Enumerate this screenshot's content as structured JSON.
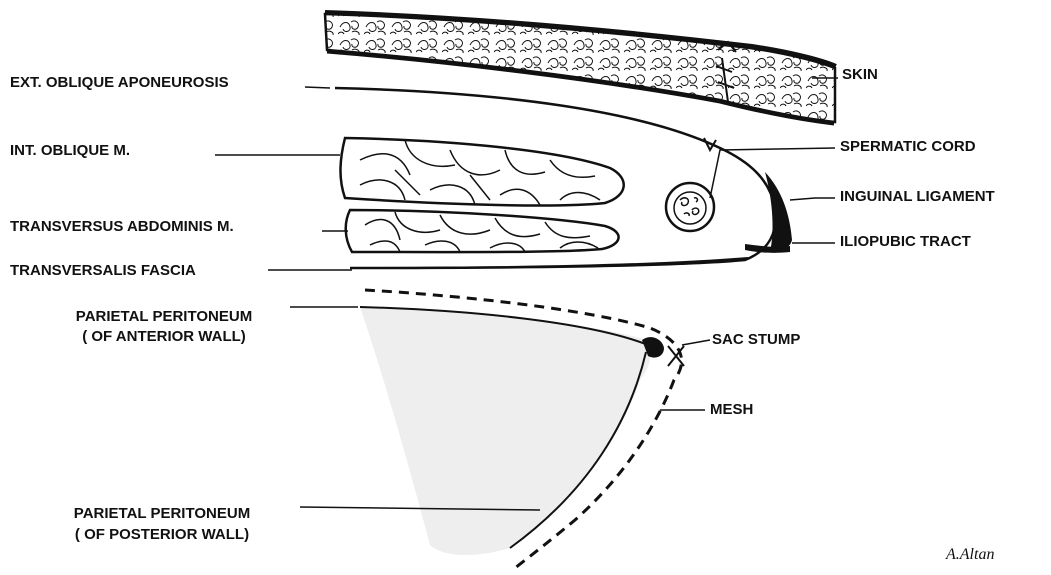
{
  "labels": {
    "ext_oblique": "EXT. OBLIQUE APONEUROSIS",
    "int_oblique": "INT. OBLIQUE M.",
    "transversus": "TRANSVERSUS ABDOMINIS M.",
    "transversalis": "TRANSVERSALIS FASCIA",
    "parietal_anterior_line1": "PARIETAL PERITONEUM",
    "parietal_anterior_line2": "( OF ANTERIOR WALL)",
    "parietal_posterior_line1": "PARIETAL PERITONEUM",
    "parietal_posterior_line2": "( OF POSTERIOR WALL)",
    "skin": "SKIN",
    "spermatic_cord": "SPERMATIC CORD",
    "inguinal_ligament": "INGUINAL LIGAMENT",
    "iliopubic_tract": "ILIOPUBIC TRACT",
    "sac_stump": "SAC STUMP",
    "mesh": "MESH"
  },
  "signature": "A.Altan",
  "colors": {
    "ink": "#111111",
    "background": "#ffffff",
    "peritoneum_fill": "#eeeeee"
  }
}
